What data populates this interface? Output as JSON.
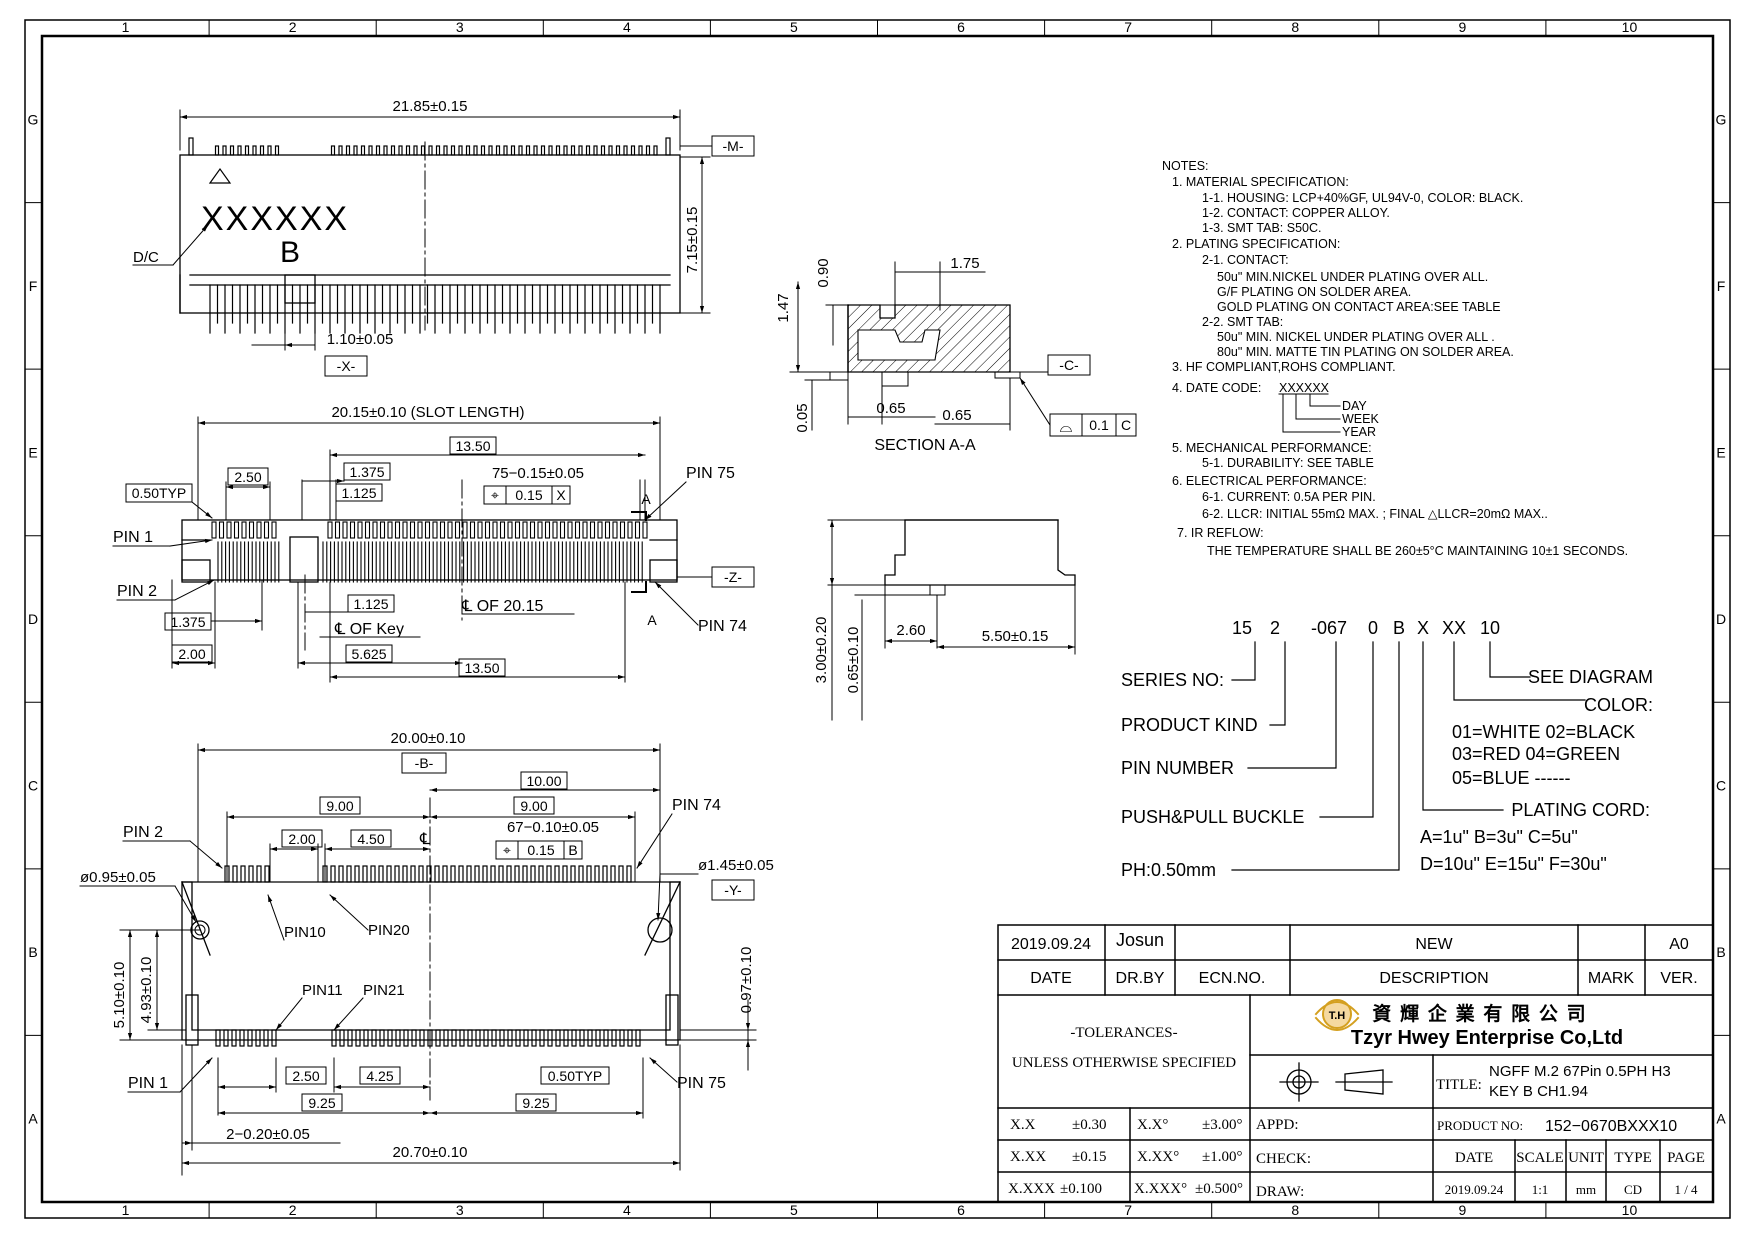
{
  "frame": {
    "columns": [
      "1",
      "2",
      "3",
      "4",
      "5",
      "6",
      "7",
      "8",
      "9",
      "10"
    ],
    "rows": [
      "G",
      "F",
      "E",
      "D",
      "C",
      "B",
      "A"
    ]
  },
  "top_view": {
    "width_dim": "21.85±0.15",
    "datum_m": "-M-",
    "height_dim": "7.15±0.15",
    "mark_code": "XXXXXX",
    "mark_letter": "B",
    "dc_label": "D/C",
    "pitch_dim": "1.10±0.05",
    "datum_x": "-X-"
  },
  "mid_view": {
    "slot_length": "20.15±0.10 (SLOT LENGTH)",
    "dim_1350_top": "13.50",
    "dim_250": "2.50",
    "dim_1375_top": "1.375",
    "dim_1125_top": "1.125",
    "pin_pitch": "75−0.15±0.05",
    "tol_symbol": "⌖",
    "tol_value": "0.15",
    "tol_datum": "X",
    "marker_a1": "A",
    "pin75": "PIN 75",
    "typ_050": "0.50TYP",
    "pin1": "PIN 1",
    "pin2": "PIN 2",
    "datum_z": "-Z-",
    "dim_1375_bot": "1.375",
    "dim_200": "2.00",
    "dim_1125_bot": "1.125",
    "cl_key": "℄ OF Key",
    "cl_2015": "℄ OF 20.15",
    "dim_5625": "5.625",
    "dim_1350_bot": "13.50",
    "marker_a2": "A",
    "pin74": "PIN 74"
  },
  "bottom_view": {
    "dim_2000": "20.00±0.10",
    "datum_b": "-B-",
    "dim_1000": "10.00",
    "dim_900_l": "9.00",
    "dim_900_r": "9.00",
    "pin74": "PIN 74",
    "pin2": "PIN 2",
    "dim_200": "2.00",
    "dim_450": "4.50",
    "cl": "℄",
    "pin_pitch": "67−0.10±0.05",
    "tol_symbol": "⌖",
    "tol_value": "0.15",
    "tol_datum": "B",
    "hole_small": "ø0.95±0.05",
    "hole_big": "ø1.45±0.05",
    "datum_y": "-Y-",
    "pin10": "PIN10",
    "pin20": "PIN20",
    "h_510": "5.10±0.10",
    "h_493": "4.93±0.10",
    "h_097": "0.97±0.10",
    "pin11": "PIN11",
    "pin21": "PIN21",
    "pin1": "PIN 1",
    "pin75": "PIN 75",
    "dim_250": "2.50",
    "dim_425": "4.25",
    "typ_050": "0.50TYP",
    "dim_925_l": "9.25",
    "dim_925_r": "9.25",
    "dim_020": "2−0.20±0.05",
    "dim_2070": "20.70±0.10"
  },
  "section_view": {
    "dim_175": "1.75",
    "dim_090": "0.90",
    "dim_147": "1.47",
    "datum_c": "-C-",
    "dim_065_a": "0.65",
    "dim_065_b": "0.65",
    "dim_005": "0.05",
    "flat_symbol": "⌓",
    "flat_value": "0.1",
    "flat_datum": "C",
    "title": "SECTION A-A"
  },
  "side_view": {
    "dim_300": "3.00±0.20",
    "dim_065": "0.65±0.10",
    "dim_260": "2.60",
    "dim_550": "5.50±0.15"
  },
  "notes": {
    "lines": [
      "NOTES:",
      "1. MATERIAL SPECIFICATION:",
      "1-1. HOUSING: LCP+40%GF, UL94V-0, COLOR: BLACK.",
      "1-2. CONTACT: COPPER ALLOY.",
      "1-3. SMT TAB: S50C.",
      "2. PLATING SPECIFICATION:",
      "2-1. CONTACT:",
      "50u\" MIN.NICKEL UNDER PLATING OVER ALL.",
      "G/F PLATING ON SOLDER AREA.",
      "GOLD  PLATING ON CONTACT AREA:SEE TABLE",
      "2-2. SMT TAB:",
      "50u\" MIN. NICKEL UNDER PLATING OVER ALL .",
      "80u\" MIN. MATTE TIN PLATING ON SOLDER AREA.",
      "3. HF COMPLIANT,ROHS COMPLIANT.",
      "4. DATE CODE:",
      "5. MECHANICAL PERFORMANCE:",
      "5-1. DURABILITY: SEE TABLE",
      "6. ELECTRICAL PERFORMANCE:",
      "6-1. CURRENT: 0.5A PER PIN.",
      "6-2. LLCR: INITIAL 55mΩ MAX. ; FINAL △LLCR=20mΩ MAX..",
      "7. IR REFLOW:",
      "THE TEMPERATURE SHALL BE 260±5°C MAINTAINING 10±1 SECONDS."
    ],
    "date_code": "XXXXXX",
    "day": "DAY",
    "week": "WEEK",
    "year": "YEAR"
  },
  "part_number": {
    "segments": [
      "15",
      "2",
      "-067",
      "0",
      "B",
      "X",
      "XX",
      "10"
    ],
    "series": "SERIES NO:",
    "kind": "PRODUCT KIND",
    "pins": "PIN NUMBER",
    "buckle": "PUSH&PULL BUCKLE",
    "pitch": "PH:0.50mm",
    "diagram": "SEE DIAGRAM",
    "color": "COLOR:",
    "color_1": "01=WHITE  02=BLACK",
    "color_2": "03=RED    04=GREEN",
    "color_3": "05=BLUE  ------",
    "plating": "PLATING CORD:",
    "plating_1": "A=1u\"   B=3u\"   C=5u\"",
    "plating_2": "D=10u\"  E=15u\"  F=30u\""
  },
  "title_block": {
    "date": "2019.09.24",
    "drawn_by": "Josun",
    "description": "NEW",
    "version": "A0",
    "h_date": "DATE",
    "h_drby": "DR.BY",
    "h_ecn": "ECN.NO.",
    "h_desc": "DESCRIPTION",
    "h_mark": "MARK",
    "h_ver": "VER.",
    "tolerances": "-TOLERANCES-",
    "unless": "UNLESS OTHERWISE SPECIFIED",
    "company_cn": "資 輝 企 業 有 限 公 司",
    "company_en": "Tzyr Hwey Enterprise Co,Ltd",
    "logo_text": "T.H",
    "title_label": "TITLE:",
    "title_1": "NGFF M.2  67Pin 0.5PH H3",
    "title_2": "KEY B CH1.94",
    "tol_rows": [
      {
        "a": "X.X",
        "b": "±0.30",
        "c": "X.X°",
        "d": "±3.00°"
      },
      {
        "a": "X.XX",
        "b": "±0.15",
        "c": "X.XX°",
        "d": "±1.00°"
      },
      {
        "a": "X.XXX",
        "b": "±0.100",
        "c": "X.XXX°",
        "d": "±0.500°"
      }
    ],
    "appd": "APPD:",
    "check": "CHECK:",
    "draw": "DRAW:",
    "product_no_label": "PRODUCT NO:",
    "product_no": "152−0670BXXX10",
    "h_date2": "DATE",
    "h_scale": "SCALE",
    "h_unit": "UNIT",
    "h_type": "TYPE",
    "h_page": "PAGE",
    "v_date": "2019.09.24",
    "v_scale": "1:1",
    "v_unit": "mm",
    "v_type": "CD",
    "v_page": "1 / 4"
  }
}
